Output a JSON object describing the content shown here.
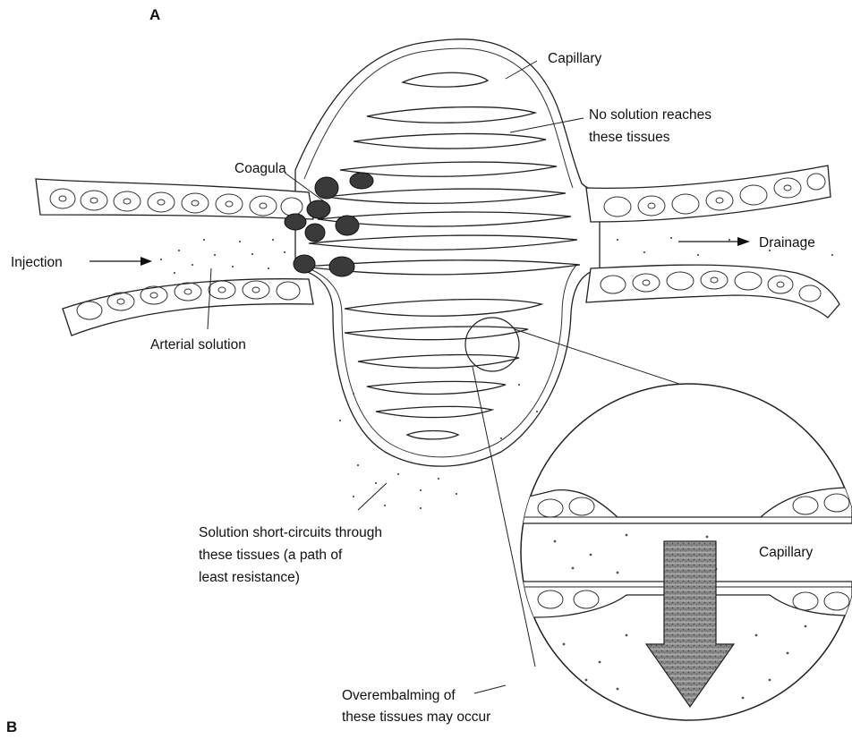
{
  "panels": {
    "a": "A",
    "b": "B"
  },
  "labels": {
    "capillary": "Capillary",
    "no_solution_1": "No solution reaches",
    "no_solution_2": "these tissues",
    "coagula": "Coagula",
    "injection": "Injection",
    "drainage": "Drainage",
    "arterial_solution": "Arterial solution",
    "short_circuit_1": "Solution short-circuits through",
    "short_circuit_2": "these tissues (a path of",
    "short_circuit_3": "least resistance)",
    "inset_capillary": "Capillary",
    "overembalming_1": "Overembalming of",
    "overembalming_2": "these tissues may occur"
  },
  "colors": {
    "ink": "#222222",
    "coagulum": "#3a3a3a",
    "stipple": "#555555"
  }
}
